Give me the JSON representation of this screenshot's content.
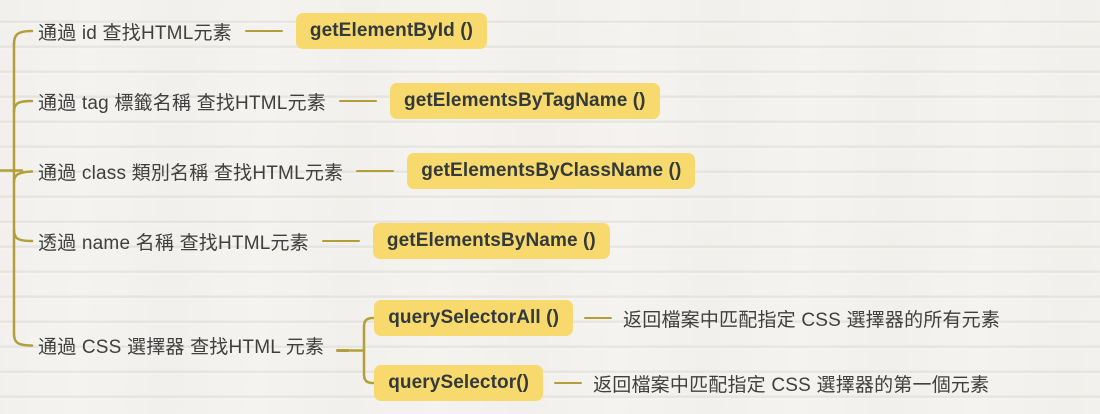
{
  "diagram": {
    "type": "mindmap",
    "colors": {
      "connector": "#b1a03a",
      "badge_background": "#f8d96e",
      "badge_text": "#333a3c",
      "label_text": "#3f3f3f",
      "canvas_background": "#f4f3f0"
    },
    "branches": [
      {
        "label": "通過 id 查找HTML元素",
        "method": "getElementById ()"
      },
      {
        "label": "通過 tag 標籤名稱 查找HTML元素",
        "method": "getElementsByTagName ()"
      },
      {
        "label": "通過 class 類別名稱 查找HTML元素",
        "method": "getElementsByClassName ()"
      },
      {
        "label": "透過 name 名稱 查找HTML元素",
        "method": "getElementsByName ()"
      },
      {
        "label": "通過 CSS 選擇器 查找HTML 元素",
        "children": [
          {
            "method": "querySelectorAll ()",
            "description": "返回檔案中匹配指定 CSS 選擇器的所有元素"
          },
          {
            "method": "querySelector()",
            "description": "返回檔案中匹配指定 CSS 選擇器的第一個元素"
          }
        ]
      }
    ]
  }
}
